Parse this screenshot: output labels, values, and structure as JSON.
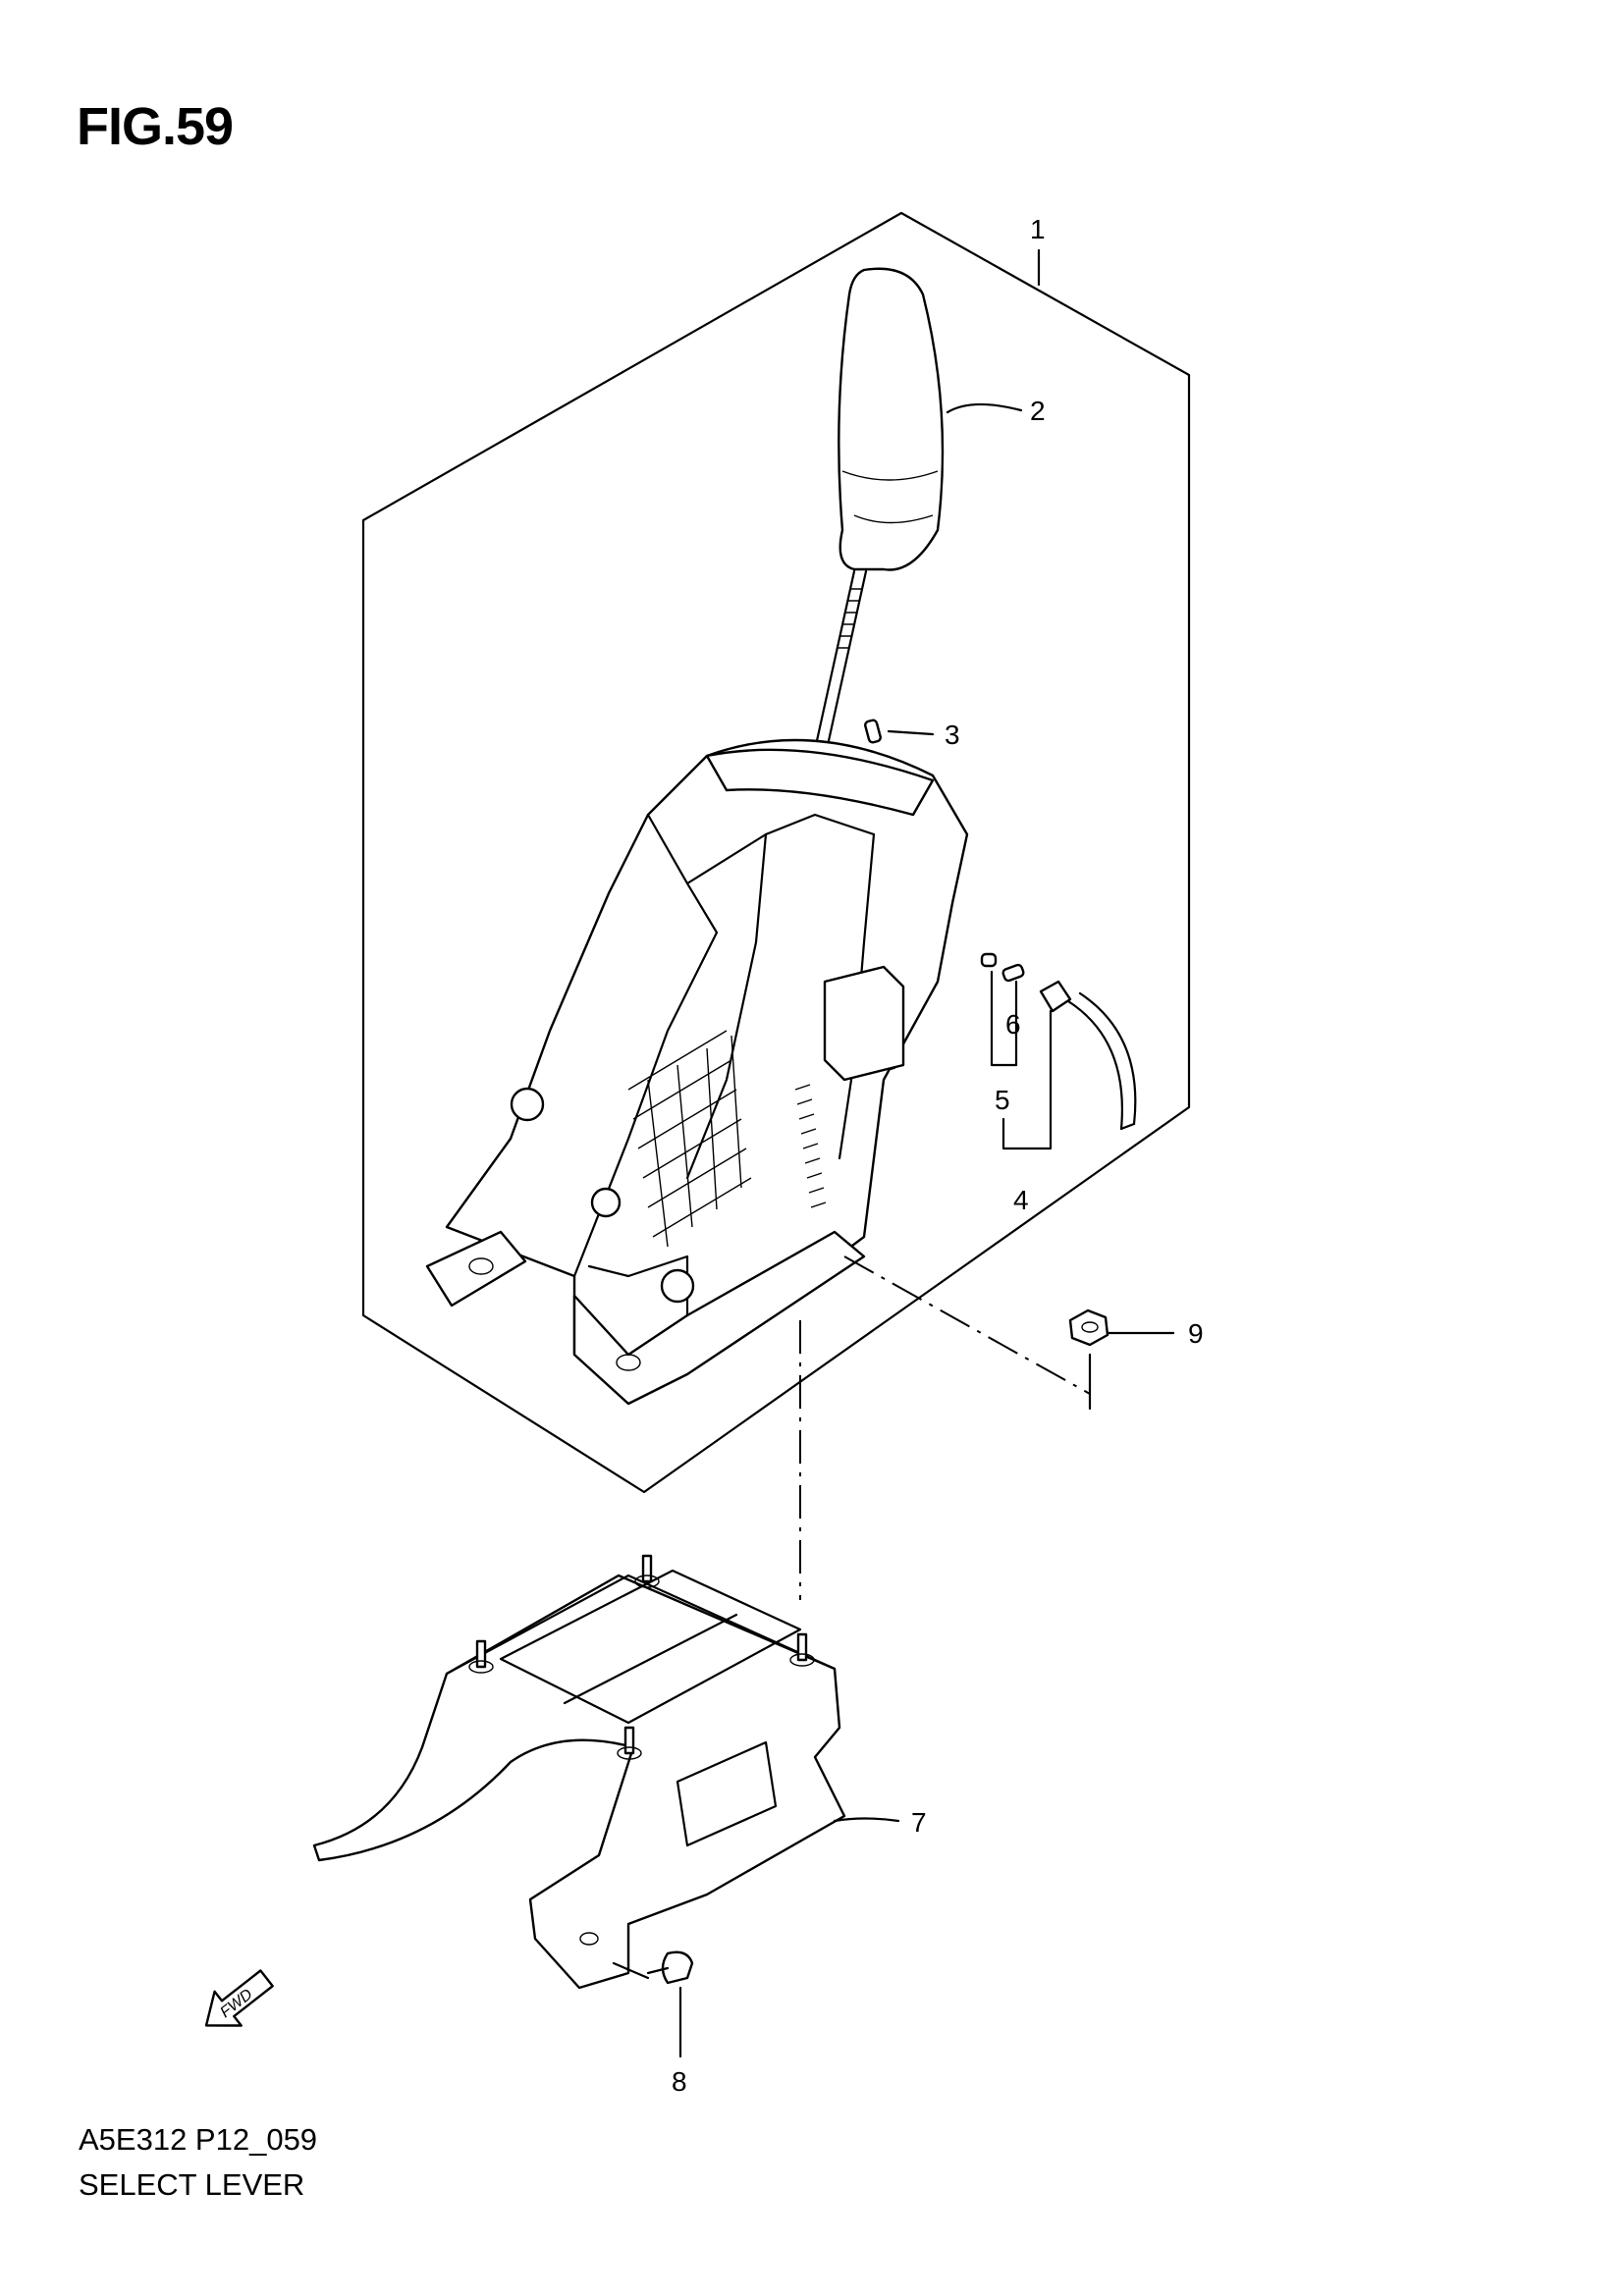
{
  "figure": {
    "title": "FIG.59",
    "code": "A5E312 P12_059",
    "name": "SELECT LEVER"
  },
  "callouts": [
    {
      "id": "1",
      "label": "1"
    },
    {
      "id": "2",
      "label": "2"
    },
    {
      "id": "3",
      "label": "3"
    },
    {
      "id": "4",
      "label": "4"
    },
    {
      "id": "5",
      "label": "5"
    },
    {
      "id": "6",
      "label": "6"
    },
    {
      "id": "7",
      "label": "7"
    },
    {
      "id": "8",
      "label": "8"
    },
    {
      "id": "9",
      "label": "9"
    }
  ],
  "fwd_label": "FWD"
}
